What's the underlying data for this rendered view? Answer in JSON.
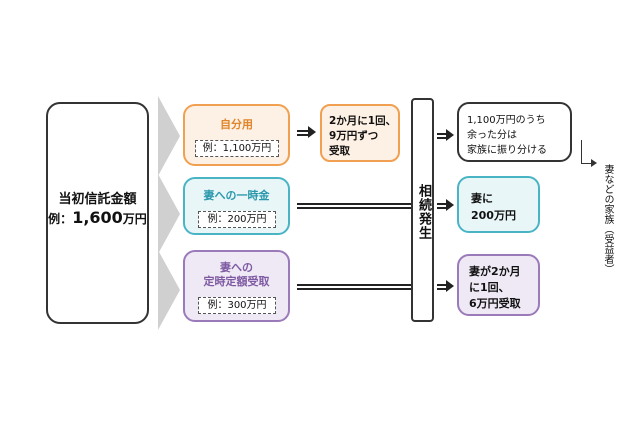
{
  "initial": {
    "title": "当初信託金額",
    "example_prefix": "例：",
    "amount_number": "1,600",
    "amount_unit": "万円"
  },
  "tracks": [
    {
      "label": "自分用",
      "example": "例：1,100万円"
    },
    {
      "label": "妻への一時金",
      "example": "例：200万円"
    },
    {
      "label_line1": "妻への",
      "label_line2": "定時定額受取",
      "example": "例：300万円"
    }
  ],
  "mid_box": {
    "line1": "2か月に1回、",
    "line2": "9万円ずつ",
    "line3": "受取"
  },
  "inheritance": {
    "label": "相続発生"
  },
  "results": [
    {
      "line1": "1,100万円のうち",
      "line2": "余った分は",
      "line3": "家族に振り分ける"
    },
    {
      "line1": "妻に",
      "line2": "200万円"
    },
    {
      "line1": "妻が2か月",
      "line2": "に1回、",
      "line3": "6万円受取"
    }
  ],
  "side_note": {
    "text": "妻などの家族（受益者）"
  },
  "colors": {
    "orange": "#f0a050",
    "orange_fill": "#fdf0e4",
    "teal": "#49b4c4",
    "teal_fill": "#e8f6f8",
    "purple": "#9a7ab8",
    "purple_fill": "#efe8f5",
    "chevron": "#d0d0d0"
  }
}
